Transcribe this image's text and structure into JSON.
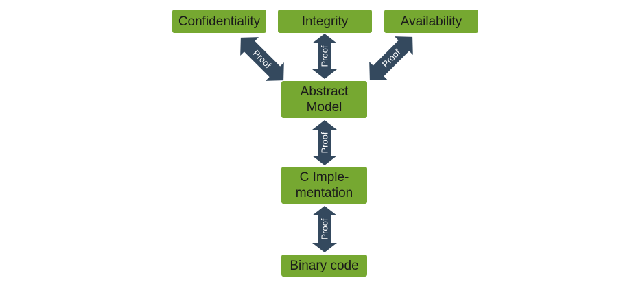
{
  "nodes": {
    "confidentiality": "Confidentiality",
    "integrity": "Integrity",
    "availability": "Availability",
    "abstract_model": [
      "Abstract",
      "Model"
    ],
    "c_implementation": [
      "C Imple-",
      "mentation"
    ],
    "binary_code": "Binary code"
  },
  "edges": [
    {
      "from": "confidentiality",
      "to": "abstract_model",
      "label": "Proof"
    },
    {
      "from": "integrity",
      "to": "abstract_model",
      "label": "Proof"
    },
    {
      "from": "availability",
      "to": "abstract_model",
      "label": "Proof"
    },
    {
      "from": "abstract_model",
      "to": "c_implementation",
      "label": "Proof"
    },
    {
      "from": "c_implementation",
      "to": "binary_code",
      "label": "Proof"
    }
  ],
  "colors": {
    "box_fill": "#76a831",
    "arrow_fill": "#34495e",
    "arrow_text": "#ffffff",
    "box_text": "#1a1a1a"
  }
}
